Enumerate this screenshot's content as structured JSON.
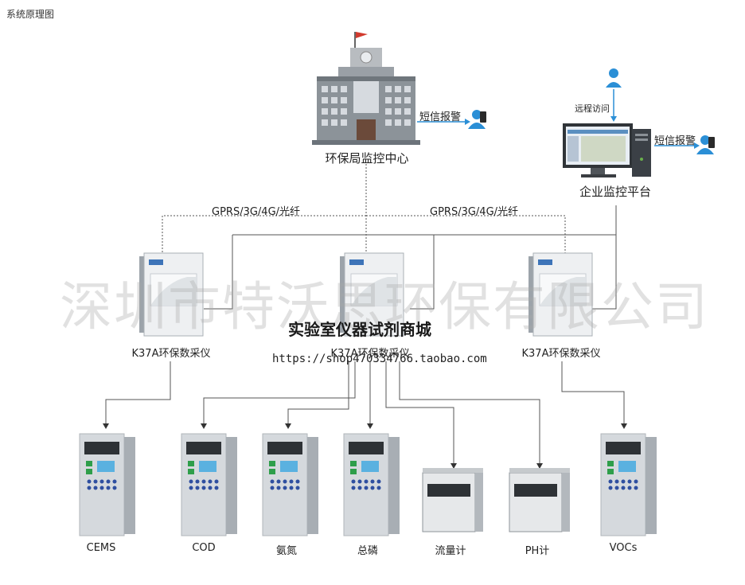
{
  "page_title": "系统原理图",
  "center": {
    "label": "环保局监控中心",
    "sms_label": "短信报警"
  },
  "enterprise": {
    "label": "企业监控平台",
    "remote_label": "远程访问",
    "sms_label": "短信报警"
  },
  "links": {
    "left": "GPRS/3G/4G/光纤",
    "right": "GPRS/3G/4G/光纤"
  },
  "collectors": [
    {
      "label": "K37A环保数采仪"
    },
    {
      "label": "K37A环保数采仪"
    },
    {
      "label": "K37A环保数采仪"
    }
  ],
  "instruments": [
    {
      "label": "CEMS"
    },
    {
      "label": "COD"
    },
    {
      "label": "氨氮"
    },
    {
      "label": "总磷"
    },
    {
      "label": "流量计"
    },
    {
      "label": "PH计"
    },
    {
      "label": "VOCs"
    }
  ],
  "watermark": {
    "company": "深圳市特沃思环保有限公司",
    "shop": "实验室仪器试剂商城",
    "url": "https://shop470334766.taobao.com"
  }
}
